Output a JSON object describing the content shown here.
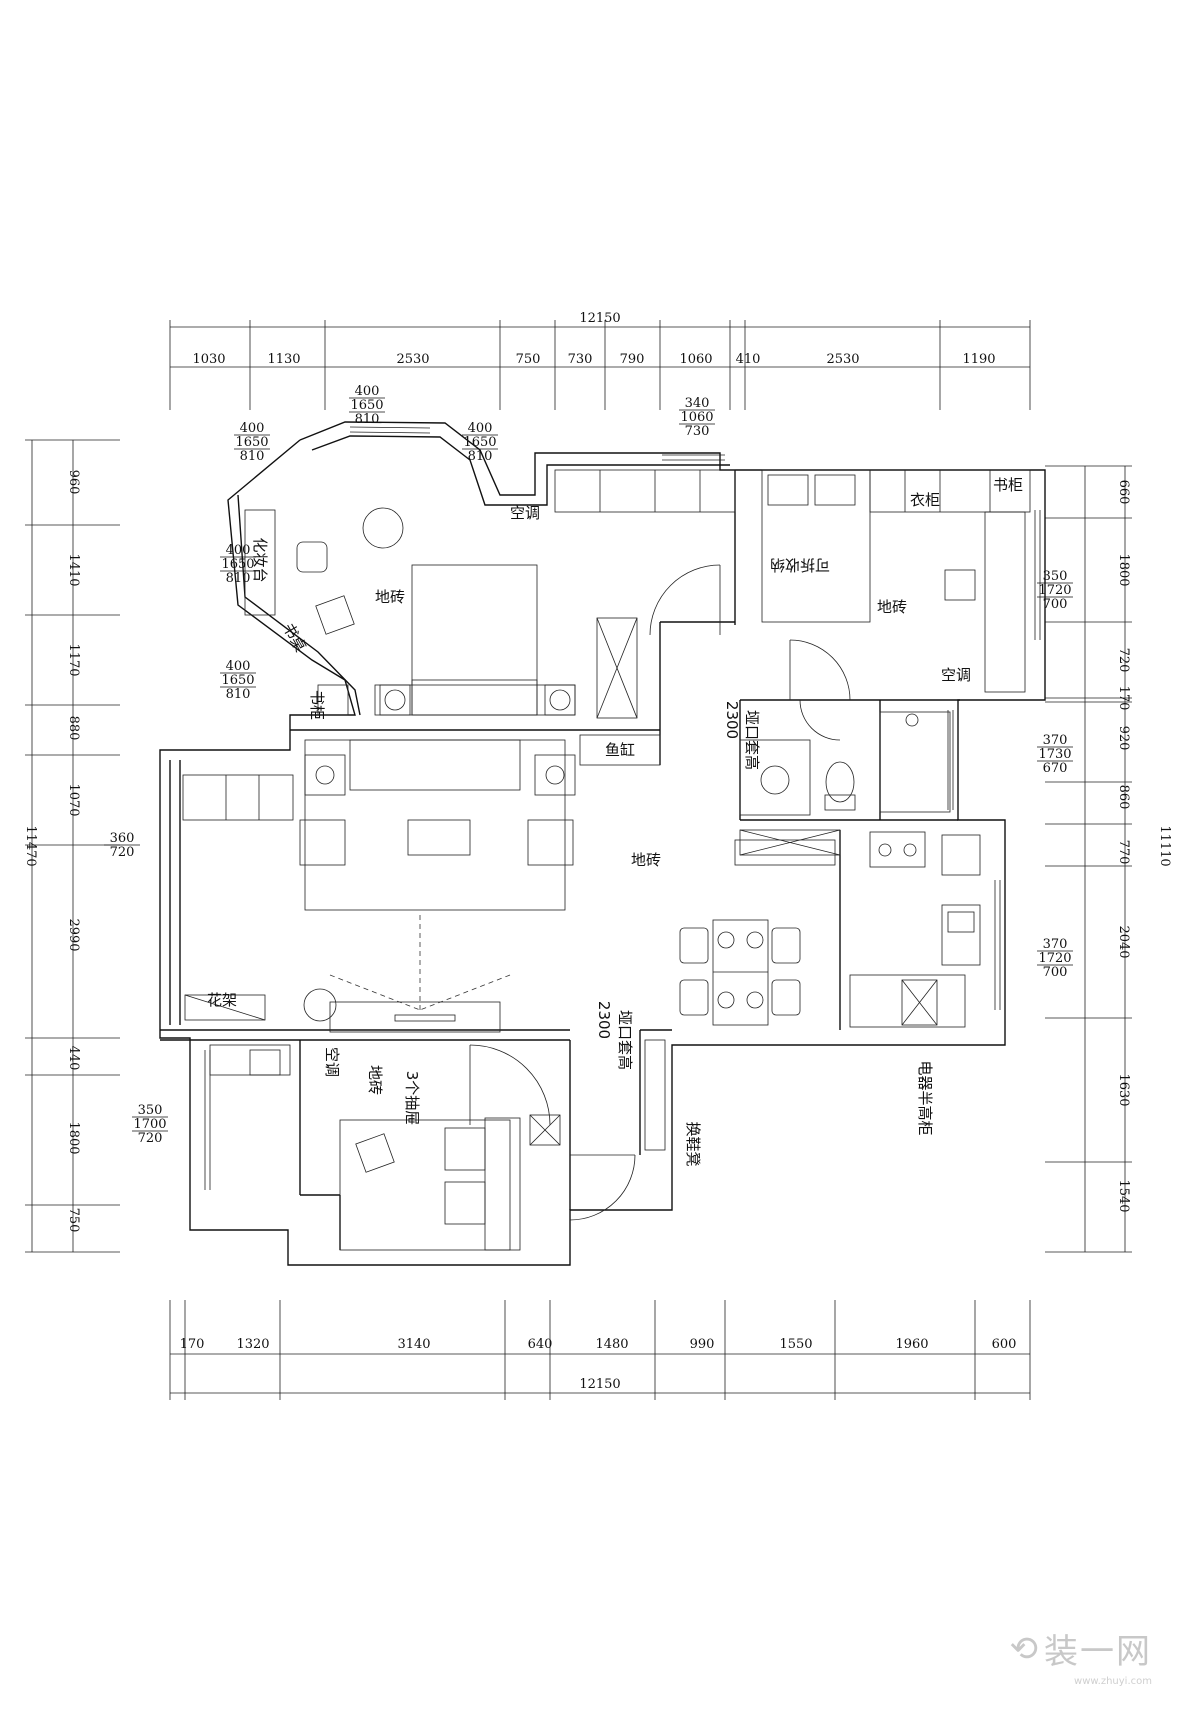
{
  "dims": {
    "top_total": "12150",
    "top_segments": [
      "1030",
      "1130",
      "2530",
      "750",
      "730",
      "790",
      "1060",
      "410",
      "2530",
      "1190"
    ],
    "bottom_total": "12150",
    "bottom_segments": [
      "170",
      "1320",
      "3140",
      "640",
      "1480",
      "990",
      "1550",
      "1960",
      "600"
    ],
    "left_total": "11470",
    "left_segments": [
      "960",
      "1410",
      "1170",
      "880",
      "1070",
      "2990",
      "440",
      "1800",
      "750"
    ],
    "right_total": "11110",
    "right_segments": [
      "660",
      "1800",
      "720",
      "170",
      "920",
      "860",
      "770",
      "2040",
      "1630",
      "1540"
    ]
  },
  "windows": [
    {
      "l1": "400",
      "l2": "1650",
      "l3": "810"
    },
    {
      "l1": "400",
      "l2": "1650",
      "l3": "810"
    },
    {
      "l1": "400",
      "l2": "1650",
      "l3": "810"
    },
    {
      "l1": "400",
      "l2": "1650",
      "l3": "810"
    },
    {
      "l1": "400",
      "l2": "1650",
      "l3": "810"
    },
    {
      "l1": "340",
      "l2": "1060",
      "l3": "730"
    },
    {
      "l1": "350",
      "l2": "1720",
      "l3": "700"
    },
    {
      "l1": "370",
      "l2": "1730",
      "l3": "670"
    },
    {
      "l1": "370",
      "l2": "1720",
      "l3": "700"
    },
    {
      "l1": "350",
      "l2": "1700",
      "l3": "720"
    },
    {
      "l1": "360",
      "l2": "720",
      "l3": ""
    }
  ],
  "labels": {
    "dresser": "化妆台",
    "desk": "书桌",
    "bookcase_a": "书柜",
    "bookcase_b": "书柜",
    "wardrobe": "衣柜",
    "ac_1": "空调",
    "ac_2": "空调",
    "ac_3": "空调",
    "floor_tile_1": "地砖",
    "floor_tile_2": "地砖",
    "floor_tile_3": "地砖",
    "floor_tile_4": "地砖",
    "fish_tank": "鱼缸",
    "flower_rack": "花架",
    "arch_1": "垭口套高",
    "arch_1_height": "2300",
    "arch_2": "垭口套高",
    "arch_2_height": "2300",
    "drawers": "3个抽屉",
    "shoe_bench": "换鞋凳",
    "appliance_cabinet": "电器半高柜",
    "removable_bed": "可拆收纳"
  },
  "watermark": {
    "brand": "装一网",
    "url": "www.zhuyi.com"
  },
  "colors": {
    "line": "#111111",
    "background": "#ffffff",
    "watermark": "#c8c8c8"
  }
}
